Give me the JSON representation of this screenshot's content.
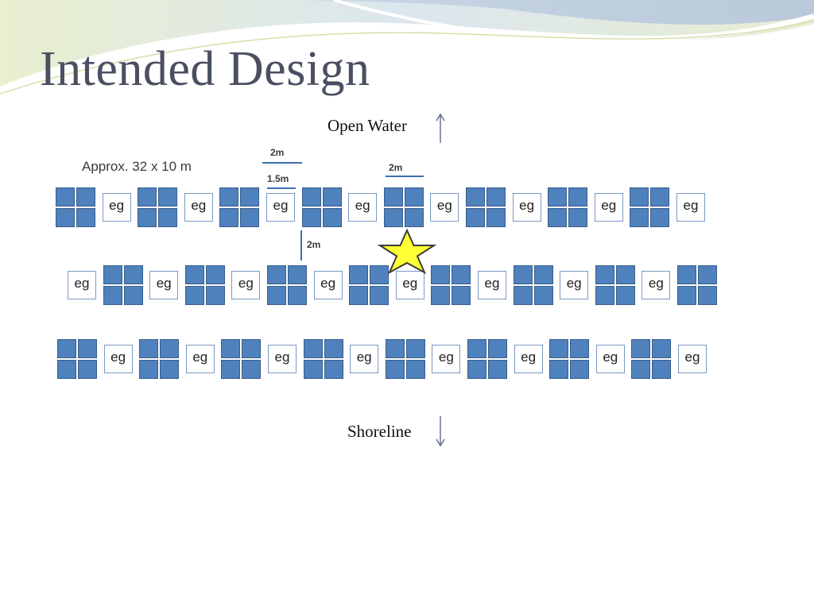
{
  "slide": {
    "title": "Intended Design",
    "top_label": "Open Water",
    "bottom_label": "Shoreline",
    "size_note": "Approx. 32 x 10 m"
  },
  "dimensions": {
    "plot_width": "2m",
    "eg_width": "1.5m",
    "gap_width": "2m",
    "row_spacing": "2m"
  },
  "grid": {
    "eg_label": "eg",
    "rows": [
      [
        "plot",
        "eg",
        "plot",
        "eg",
        "plot",
        "eg",
        "plot",
        "eg",
        "plot",
        "eg",
        "plot",
        "eg",
        "plot",
        "eg",
        "plot",
        "eg"
      ],
      [
        "eg",
        "plot",
        "eg",
        "plot",
        "eg",
        "plot",
        "eg",
        "plot",
        "eg",
        "plot",
        "eg",
        "plot",
        "eg",
        "plot",
        "eg",
        "plot"
      ],
      [
        "plot",
        "eg",
        "plot",
        "eg",
        "plot",
        "eg",
        "plot",
        "eg",
        "plot",
        "eg",
        "plot",
        "eg",
        "plot",
        "eg",
        "plot",
        "eg"
      ]
    ]
  },
  "colors": {
    "plot_fill": "#4f81bd",
    "plot_border": "#385d8a",
    "eg_border": "#7a98c4",
    "star_fill": "#ffff33",
    "dimension_line": "#3d6fb4"
  },
  "marker": {
    "icon": "star-icon"
  }
}
